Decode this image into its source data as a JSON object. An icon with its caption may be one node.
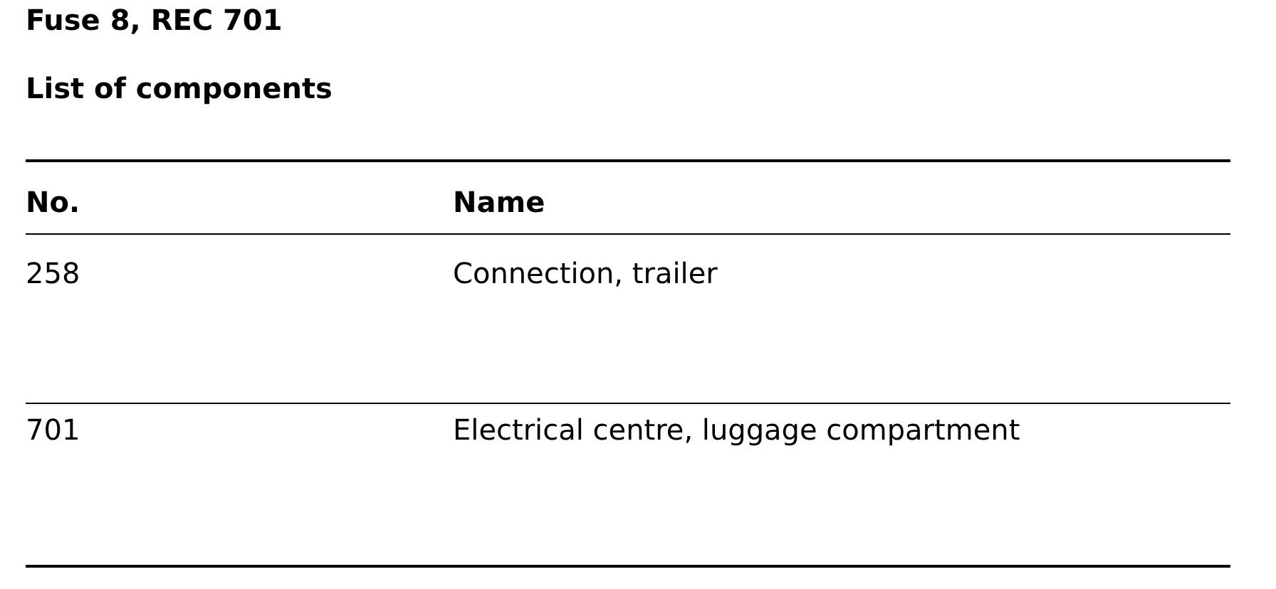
{
  "diagram": {
    "title": "Fuse 8, REC 701",
    "labels": [
      "List of components",
      "No.",
      "Name",
      "258",
      "Connection, trailer",
      "701",
      "Electrical centre, luggage compartment"
    ]
  }
}
